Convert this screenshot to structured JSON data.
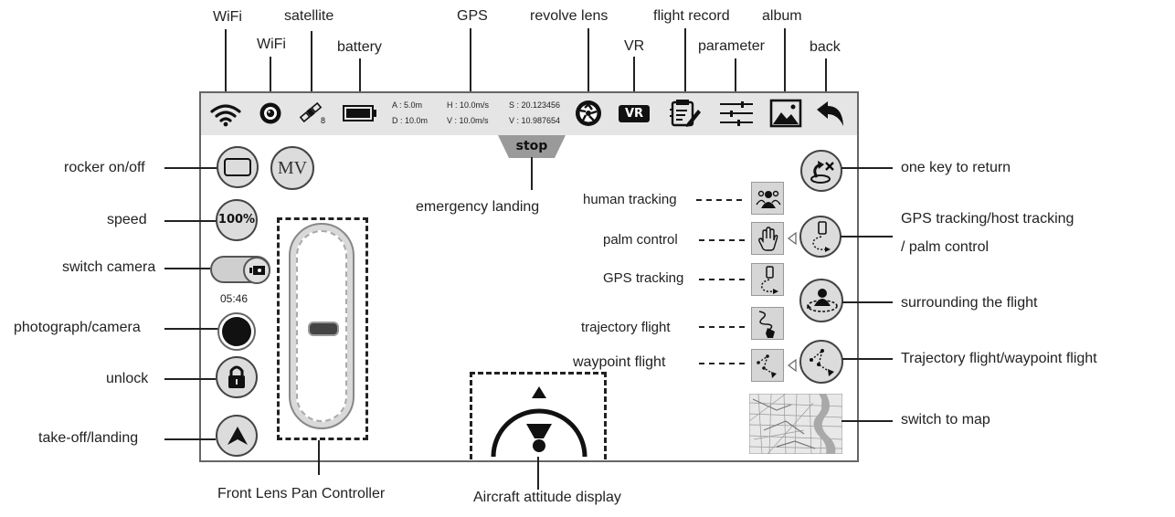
{
  "labels": {
    "wifi1": "WiFi",
    "wifi2": "WiFi",
    "satellite": "satellite",
    "battery": "battery",
    "gps": "GPS",
    "revolve_lens": "revolve lens",
    "vr": "VR",
    "flight_record": "flight record",
    "parameter": "parameter",
    "album": "album",
    "back": "back",
    "rocker": "rocker on/off",
    "speed": "speed",
    "switch_camera": "switch camera",
    "photograph": "photograph/camera",
    "unlock": "unlock",
    "takeoff": "take-off/landing",
    "emergency_landing": "emergency landing",
    "one_key_return": "one key to return",
    "human_tracking": "human tracking",
    "palm_control": "palm control",
    "gps_tracking": "GPS tracking",
    "trajectory_flight": "trajectory flight",
    "waypoint_flight": "waypoint flight",
    "gps_host_palm_1": "GPS tracking/host tracking",
    "gps_host_palm_2": "/ palm control",
    "surrounding": "surrounding the flight",
    "traj_waypoint": "Trajectory flight/waypoint flight",
    "switch_map": "switch to map",
    "pan_controller": "Front Lens Pan Controller",
    "attitude": "Aircraft attitude display"
  },
  "telemetry": {
    "a": "A : 5.0m",
    "d": "D : 10.0m",
    "h": "H : 10.0m/s",
    "v": "V : 10.0m/s",
    "s": "S : 20.123456",
    "v2": "V : 10.987654"
  },
  "satellite_count": "8",
  "timer": "05:46",
  "stop_label": "stop",
  "mv_label": "MV",
  "speed_badge": "100%",
  "vr_badge": "VR",
  "icons": [
    "wifi-icon",
    "wifi-camera-icon",
    "satellite-icon",
    "battery-icon",
    "revolve-lens-icon",
    "vr-icon",
    "flight-record-icon",
    "parameter-icon",
    "album-icon",
    "back-icon",
    "rocker-icon",
    "speed-icon",
    "camera-switch-icon",
    "shutter-icon",
    "lock-icon",
    "takeoff-icon",
    "return-home-icon",
    "human-tracking-icon",
    "palm-icon",
    "gps-tracking-icon",
    "trajectory-icon",
    "waypoint-icon",
    "surround-icon",
    "map-icon"
  ]
}
